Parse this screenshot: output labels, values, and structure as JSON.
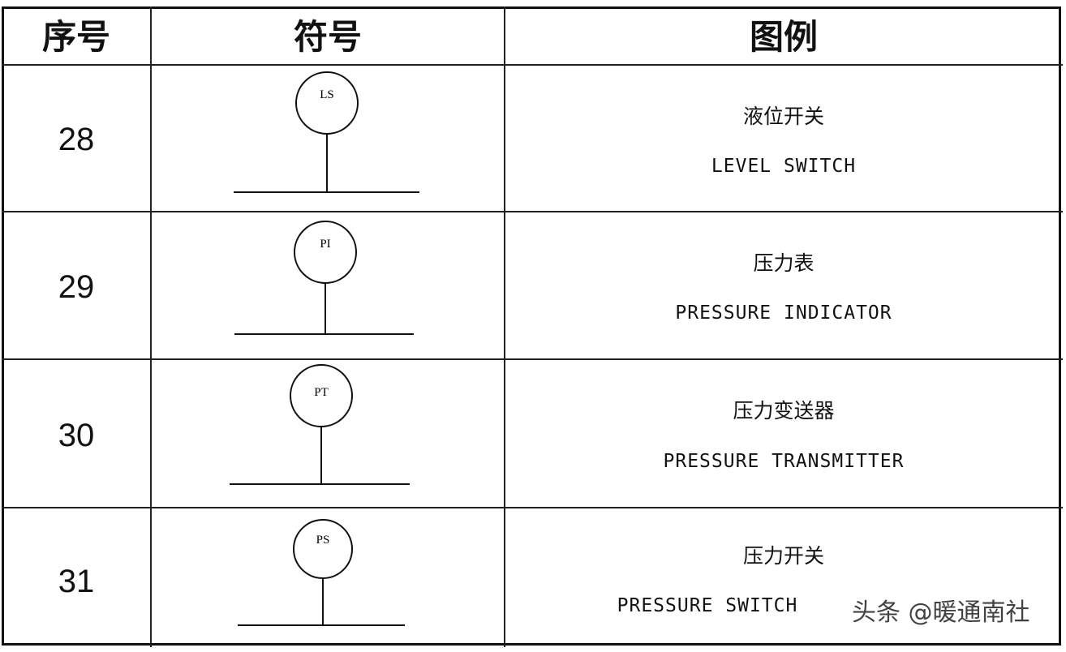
{
  "headers": {
    "index": "序号",
    "symbol": "符号",
    "legend": "图例"
  },
  "rows": [
    {
      "index": "28",
      "symbol_label": "LS",
      "legend_cn": "液位开关",
      "legend_en": "LEVEL SWITCH"
    },
    {
      "index": "29",
      "symbol_label": "PI",
      "legend_cn": "压力表",
      "legend_en": "PRESSURE INDICATOR"
    },
    {
      "index": "30",
      "symbol_label": "PT",
      "legend_cn": "压力变送器",
      "legend_en": "PRESSURE TRANSMITTER"
    },
    {
      "index": "31",
      "symbol_label": "PS",
      "legend_cn": "压力开关",
      "legend_en": "PRESSURE SWITCH"
    }
  ],
  "watermark": "头条 @暖通南社"
}
